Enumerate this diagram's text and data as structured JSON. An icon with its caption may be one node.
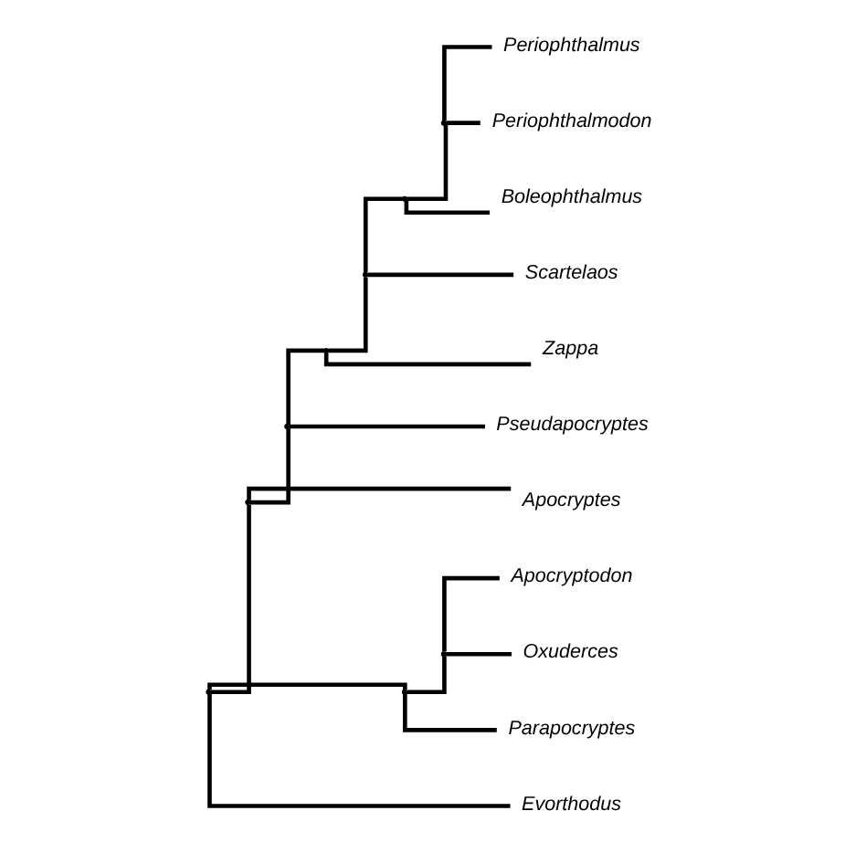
{
  "diagram": {
    "nodes": [
      {
        "text": [
          "Periophthalmus"
        ]
      },
      {
        "text": [
          "Periophthalmodon"
        ]
      },
      {
        "text": [
          "Boleophthalmus"
        ]
      },
      {
        "text": [
          "Scartelaos"
        ]
      },
      {
        "text": [
          "Zappa"
        ]
      },
      {
        "text": [
          "Pseudapocryptes"
        ]
      },
      {
        "text": [
          "Apocryptes"
        ]
      },
      {
        "text": [
          "Apocryptodon"
        ]
      },
      {
        "text": [
          "Oxuderces"
        ]
      },
      {
        "text": [
          "Parapocryptes"
        ]
      },
      {
        "text": [
          "Evorthodus"
        ]
      },
      {
        "text": [],
        "shape": "point"
      },
      {
        "text": [],
        "shape": "point"
      },
      {
        "text": [],
        "shape": "point"
      },
      {
        "text": [],
        "shape": "point"
      },
      {
        "text": [],
        "shape": "point"
      },
      {
        "text": [],
        "shape": "point"
      },
      {
        "text": [],
        "shape": "point"
      },
      {
        "text": [],
        "shape": "point"
      },
      {
        "text": [],
        "shape": "point"
      }
    ],
    "edges": [
      {
        "from": 11,
        "to": 12,
        "arrow": "none"
      },
      {
        "from": 12,
        "to": 13,
        "arrow": "none"
      },
      {
        "from": 13,
        "to": 14,
        "arrow": "none"
      },
      {
        "from": 14,
        "to": 15,
        "arrow": "none"
      },
      {
        "from": 15,
        "to": 16,
        "arrow": "none"
      },
      {
        "from": 16,
        "to": 18,
        "arrow": "none"
      },
      {
        "from": 18,
        "to": 0,
        "arrow": "none"
      },
      {
        "from": 18,
        "to": 1,
        "arrow": "none"
      },
      {
        "from": 16,
        "to": 2,
        "arrow": "none"
      },
      {
        "from": 15,
        "to": 3,
        "arrow": "none"
      },
      {
        "from": 14,
        "to": 4,
        "arrow": "none"
      },
      {
        "from": 13,
        "to": 5,
        "arrow": "none"
      },
      {
        "from": 12,
        "to": 6,
        "arrow": "none"
      },
      {
        "from": 11,
        "to": 17,
        "arrow": "none"
      },
      {
        "from": 17,
        "to": 19,
        "arrow": "none"
      },
      {
        "from": 19,
        "to": 7,
        "arrow": "none"
      },
      {
        "from": 19,
        "to": 8,
        "arrow": "none"
      },
      {
        "from": 17,
        "to": 9,
        "arrow": "none"
      },
      {
        "from": 11,
        "to": 10,
        "arrow": "none"
      }
    ]
  }
}
